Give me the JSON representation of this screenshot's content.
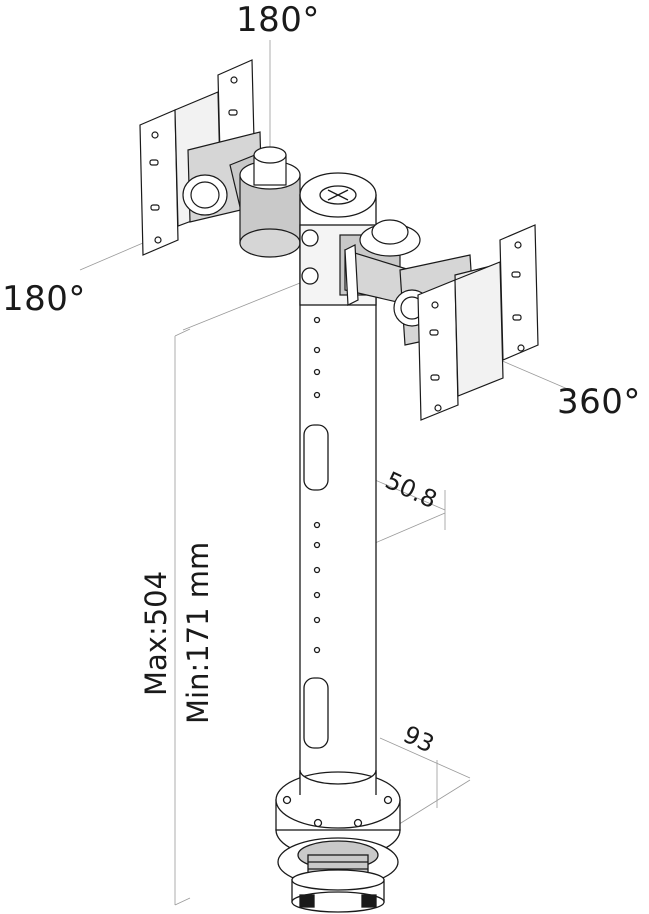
{
  "rotations": {
    "top": "180°",
    "left": "180°",
    "right": "360°"
  },
  "dimensions": {
    "width_upper": "50.8",
    "width_base": "93",
    "height_max": "Max:504",
    "height_min": "Min:171 mm"
  },
  "colors": {
    "line": "#1a1a1a",
    "shade": "#c9c9c9",
    "dim_line": "#9a9a9a"
  }
}
